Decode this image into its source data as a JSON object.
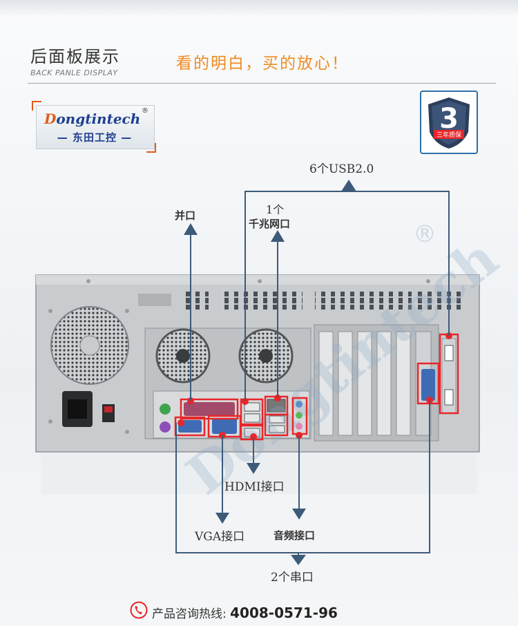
{
  "header": {
    "title": "后面板展示",
    "subtitle": "BACK PANLE DISPLAY",
    "slogan": "看的明白，买的放心！"
  },
  "logo": {
    "name_first": "D",
    "name_rest": "ongtintech",
    "registered": "®",
    "chinese": "— 东田工控 —"
  },
  "warranty_badge": {
    "digit": "3",
    "text": "三年质保"
  },
  "watermark": {
    "text": "Dongtintech",
    "registered": "®"
  },
  "callouts": {
    "usb": "6个USB2.0",
    "parallel": "并口",
    "lan_line1": "1个",
    "lan_line2": "千兆网口",
    "hdmi": "HDMI接口",
    "vga": "VGA接口",
    "audio": "音频接口",
    "serial": "2个串口"
  },
  "hotline": {
    "label": "产品咨询热线:",
    "number": "4008-0571-96"
  },
  "colors": {
    "accent_orange": "#f08a1f",
    "line_blue": "#3d5a78",
    "highlight_red": "#e8262a",
    "brand_blue": "#1f3f8f"
  }
}
